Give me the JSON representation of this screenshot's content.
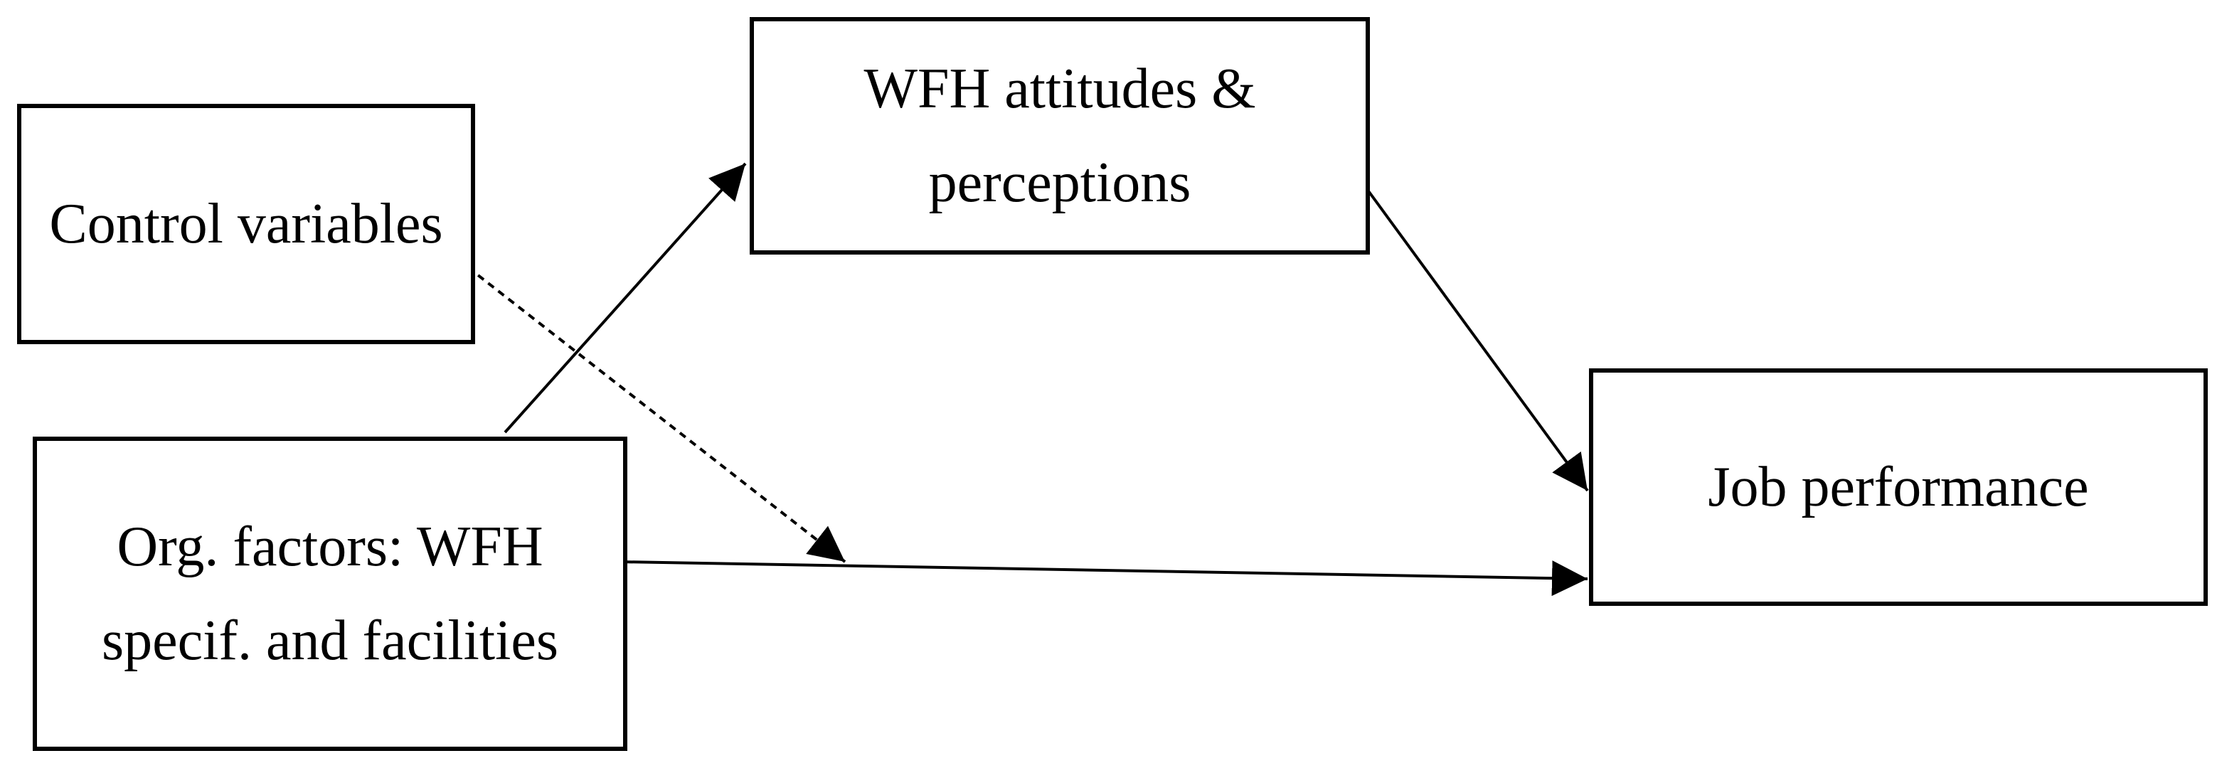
{
  "diagram": {
    "nodes": {
      "control": {
        "label": "Control variables"
      },
      "org": {
        "label": "Org. factors: WFH specif. and facilities"
      },
      "wfh": {
        "label": "WFH attitudes & perceptions"
      },
      "job": {
        "label": "Job performance"
      }
    },
    "edges": [
      {
        "from": "org",
        "to": "wfh",
        "style": "solid"
      },
      {
        "from": "wfh",
        "to": "job",
        "style": "solid"
      },
      {
        "from": "org",
        "to": "job",
        "style": "solid"
      },
      {
        "from": "control",
        "to": "org-job-path",
        "style": "dashed"
      }
    ],
    "colors": {
      "stroke": "#000000",
      "background": "#ffffff"
    }
  }
}
